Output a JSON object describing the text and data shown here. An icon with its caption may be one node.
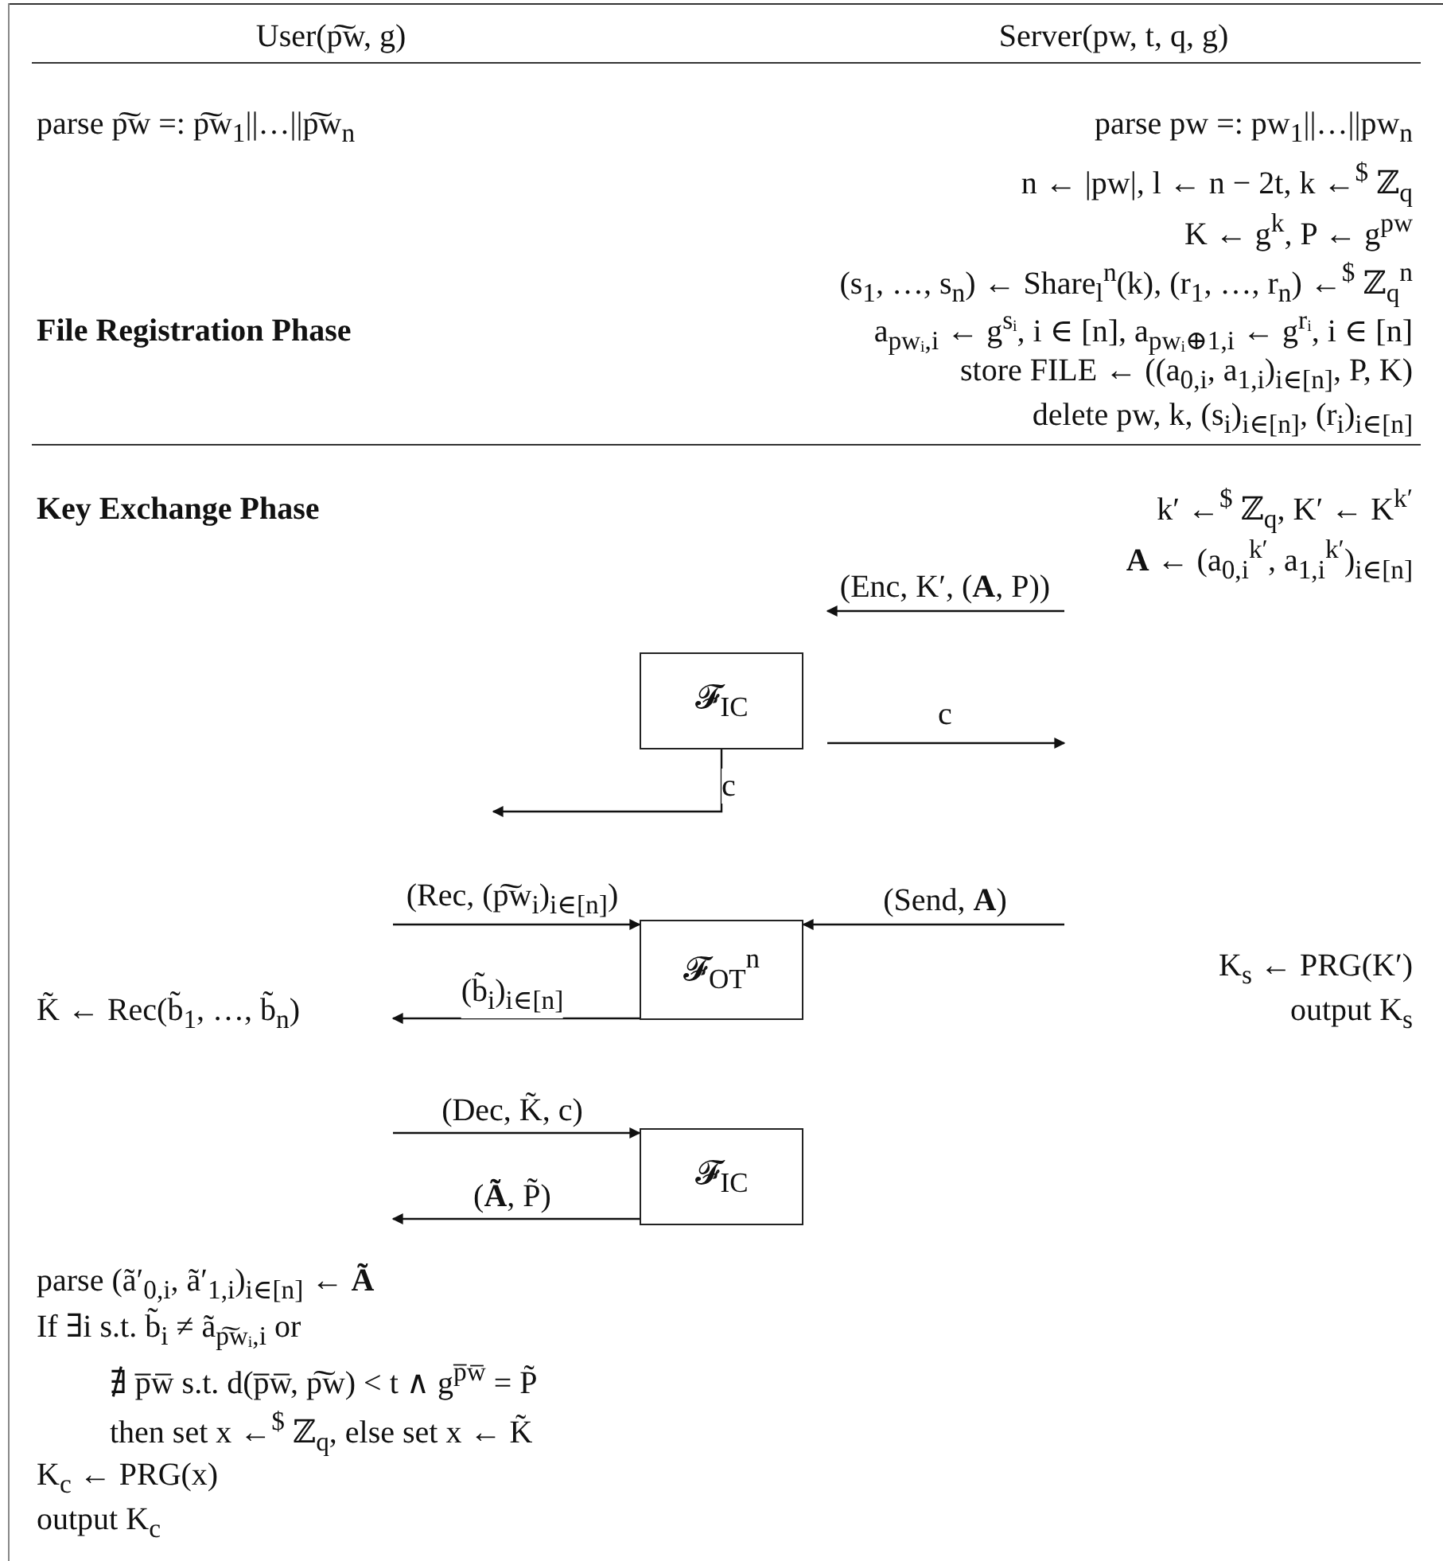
{
  "diagram": {
    "nodes": [
      {
        "text": [
          "𝓕$_{IC}$"
        ]
      },
      {
        "text": [
          "𝓕$_{OT}$$^{n}$"
        ]
      },
      {
        "text": [
          "𝓕$_{IC}$"
        ]
      }
    ],
    "edges": [
      {
        "from": null,
        "to": 0,
        "arrow": "to",
        "label": "(Enc, K′, (**A**, P))"
      },
      {
        "from": 0,
        "to": null,
        "arrow": "to",
        "label": "c"
      },
      {
        "from": 0,
        "to": null,
        "arrow": "to",
        "label": "c"
      },
      {
        "from": null,
        "to": 1,
        "arrow": "to",
        "label": "(Rec, (p͠w$_{i}$)$_{i∈[n]}$)"
      },
      {
        "from": null,
        "to": 1,
        "arrow": "to",
        "label": "(Send, **A**)"
      },
      {
        "from": 1,
        "to": null,
        "arrow": "to",
        "label": "(b̃$_{i}$)$_{i∈[n]}$"
      },
      {
        "from": null,
        "to": 2,
        "arrow": "to",
        "label": "(Dec, K̃, c)"
      },
      {
        "from": 2,
        "to": null,
        "arrow": "to",
        "label": "(**Ã**, P̃)"
      }
    ],
    "labels": [
      "User(p͠w, g)",
      "Server(pw, t, q, g)",
      "parse p͠w =: p͠w$_{1}$||…||p͠w$_{n}$",
      "parse pw =: pw$_{1}$||…||pw$_{n}$",
      "n ← |pw|, l ← n − 2t, k ←$^{$}$ ℤ$_{q}$",
      "K ← g$^{k}$, P ← g$^{pw}$",
      "(s$_{1}$, …, s$_{n}$) ← Share$_{l}$$^{n}$(k), (r$_{1}$, …, r$_{n}$) ←$^{$}$ ℤ$_{q}$$^{n}$",
      "File Registration Phase",
      "a$_{pwᵢ,i}$ ← g$^{sᵢ}$, i ∈ [n], a$_{pwᵢ⊕1,i}$ ← g$^{rᵢ}$, i ∈ [n]",
      "store FILE ← ((a$_{0,i}$, a$_{1,i}$)$_{i∈[n]}$, P, K)",
      "delete pw, k, (s$_{i}$)$_{i∈[n]}$, (r$_{i}$)$_{i∈[n]}$",
      "Key Exchange Phase",
      "k′ ←$^{$}$ ℤ$_{q}$, K′ ← K$^{k′}$",
      "**A** ← (a$_{0,i}$$^{k′}$, a$_{1,i}$$^{k′}$)$_{i∈[n]}$",
      "K$_{s}$ ← PRG(K′)",
      "output K$_{s}$",
      "K̃ ← Rec(b̃$_{1}$, …, b̃$_{n}$)",
      "parse (ã′$_{0,i}$, ã′$_{1,i}$)$_{i∈[n]}$ ← **Ã**",
      "If ∃i s.t. b̃$_{i}$ ≠ ã$_{p͠wᵢ,i}$ or",
      "∄ p̅w̅ s.t. d(p̅w̅, p͠w) < t ∧ g$^{p̅w̅}$ = P̃",
      "then set x ←$^{$}$ ℤ$_{q}$, else set x ← K̃",
      "K$_{c}$ ← PRG(x)",
      "output K$_{c}$"
    ]
  }
}
